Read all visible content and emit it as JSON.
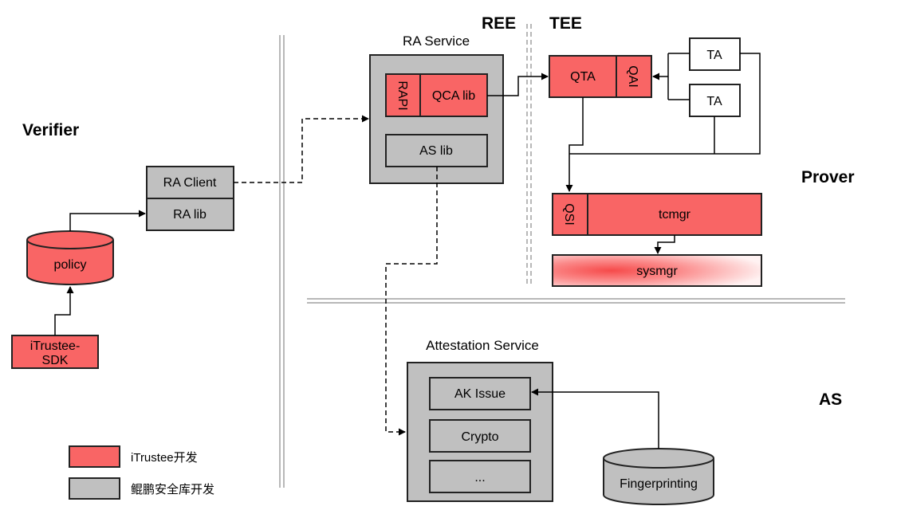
{
  "regions": {
    "verifier": "Verifier",
    "prover": "Prover",
    "as": "AS",
    "ree": "REE",
    "tee": "TEE"
  },
  "ra_service": {
    "title": "RA Service",
    "rapi": "RAPI",
    "qca_lib": "QCA lib",
    "as_lib": "AS lib"
  },
  "verifier": {
    "ra_client": "RA Client",
    "ra_lib": "RA lib",
    "policy": "policy",
    "sdk_line1": "iTrustee-",
    "sdk_line2": "SDK"
  },
  "tee": {
    "qta": "QTA",
    "qai": "QAI",
    "ta1": "TA",
    "ta2": "TA",
    "qsi": "QSI",
    "tcmgr": "tcmgr",
    "sysmgr": "sysmgr"
  },
  "attestation": {
    "title": "Attestation Service",
    "ak_issue": "AK Issue",
    "crypto": "Crypto",
    "more": "...",
    "fingerprinting": "Fingerprinting"
  },
  "legend": {
    "itrustee": "iTrustee开发",
    "kunpeng": "鲲鹏安全库开发"
  },
  "colors": {
    "itrustee": "#f96565",
    "kunpeng": "#c0c0c0",
    "border": "#222222"
  }
}
